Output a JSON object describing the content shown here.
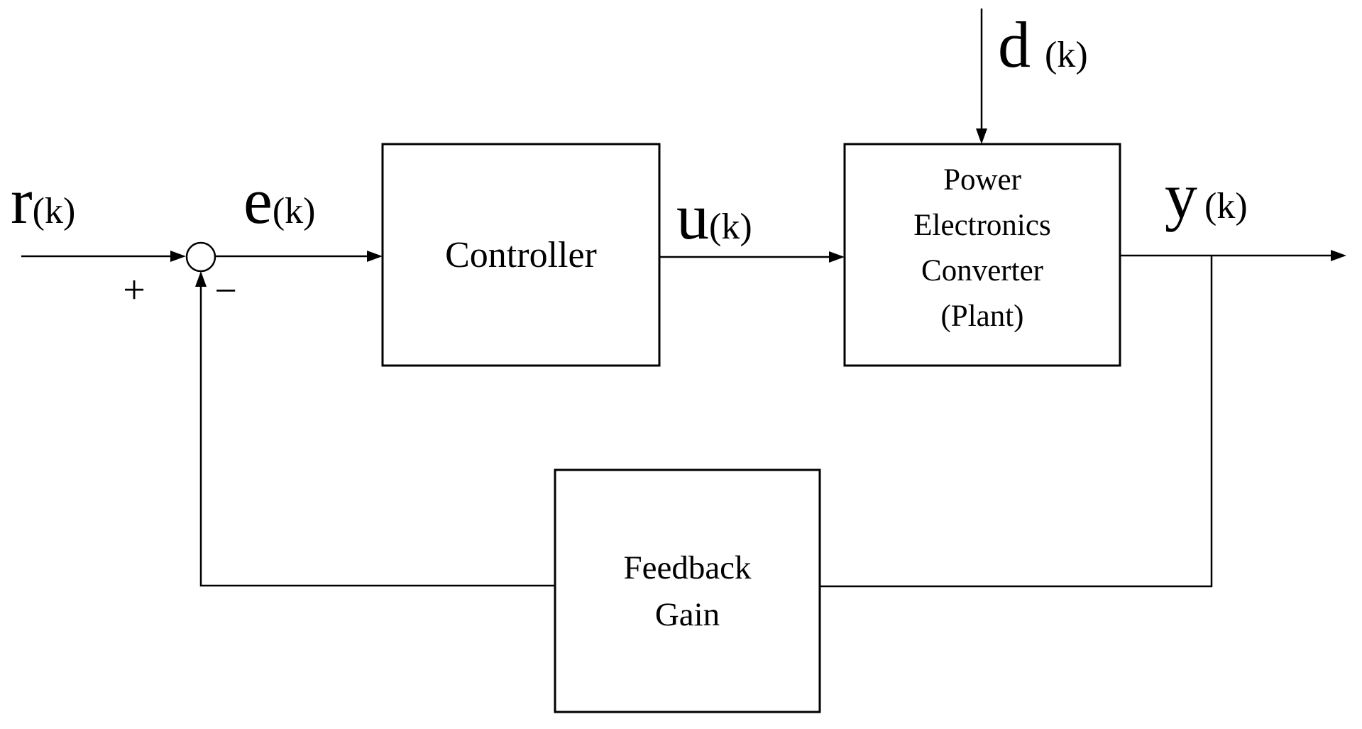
{
  "diagram": {
    "signals": {
      "reference": {
        "name": "r",
        "suffix": "(k)"
      },
      "error": {
        "name": "e",
        "suffix": "(k)"
      },
      "control": {
        "name": "u",
        "suffix": "(k)"
      },
      "disturbance": {
        "name": "d",
        "suffix": "(k)"
      },
      "output": {
        "name": "y",
        "suffix": "(k)"
      }
    },
    "summing_junction": {
      "plus_sign": "+",
      "minus_sign": "−"
    },
    "blocks": {
      "controller": {
        "label": "Controller"
      },
      "plant": {
        "lines": [
          "Power",
          "Electronics",
          "Converter",
          "(Plant)"
        ]
      },
      "feedback": {
        "lines": [
          "Feedback",
          "Gain"
        ]
      }
    },
    "colors": {
      "line": "#000000",
      "background": "#ffffff"
    }
  }
}
